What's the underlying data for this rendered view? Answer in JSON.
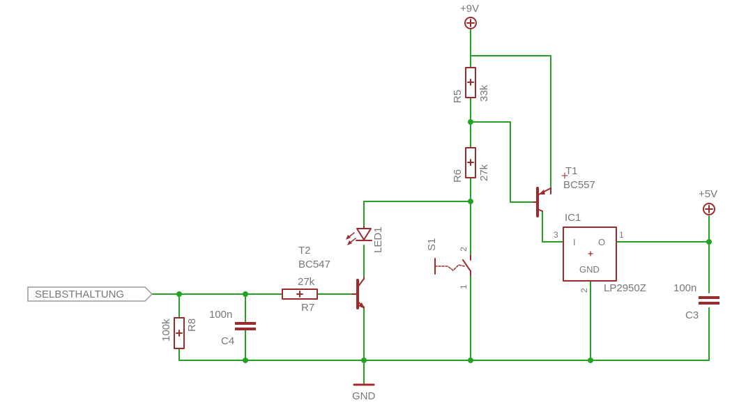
{
  "supplies": {
    "plus9": "+9V",
    "plus5": "+5V",
    "gnd": "GND"
  },
  "net_label": "SELBSTHALTUNG",
  "parts": {
    "r5": {
      "name": "R5",
      "value": "33k"
    },
    "r6": {
      "name": "R6",
      "value": "27k"
    },
    "r7": {
      "name": "R7",
      "value": "27k"
    },
    "r8": {
      "name": "R8",
      "value": "100k"
    },
    "c3": {
      "name": "C3",
      "value": "100n"
    },
    "c4": {
      "name": "C4",
      "value": "100n"
    },
    "t1": {
      "name": "T1",
      "value": "BC557"
    },
    "t2": {
      "name": "T2",
      "value": "BC547"
    },
    "led1": {
      "name": "LED1"
    },
    "s1": {
      "name": "S1",
      "pin1": "1",
      "pin2": "2"
    },
    "ic1": {
      "name": "IC1",
      "value": "LP2950Z",
      "in_label": "I",
      "out_label": "O",
      "gnd_label": "GND",
      "pin1": "1",
      "pin2": "2",
      "pin3": "3"
    }
  },
  "colors": {
    "wire": "#22a322",
    "part": "#9e2a2b",
    "text": "#777777"
  }
}
